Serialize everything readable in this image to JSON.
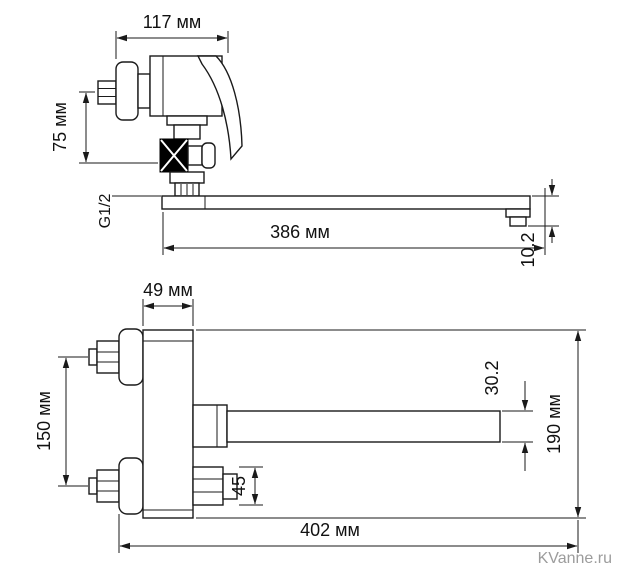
{
  "drawing": {
    "watermark": "KVanne.ru",
    "top_view": {
      "body_width_label": "117 мм",
      "inlet_to_diverter_label": "75 мм",
      "thread_label": "G1/2",
      "spout_length_label": "386 мм",
      "spout_drop_label": "10.2"
    },
    "front_view": {
      "body_width_label": "49 мм",
      "inlet_spacing_label": "150 мм",
      "spout_height_label": "30.2",
      "total_height_label": "190 мм",
      "outlet_height_label": "45",
      "total_width_label": "402 мм"
    }
  },
  "colors": {
    "line": "#1a1a1a",
    "black_component": "#000000",
    "watermark": "#9c9c9c",
    "background": "#ffffff"
  }
}
